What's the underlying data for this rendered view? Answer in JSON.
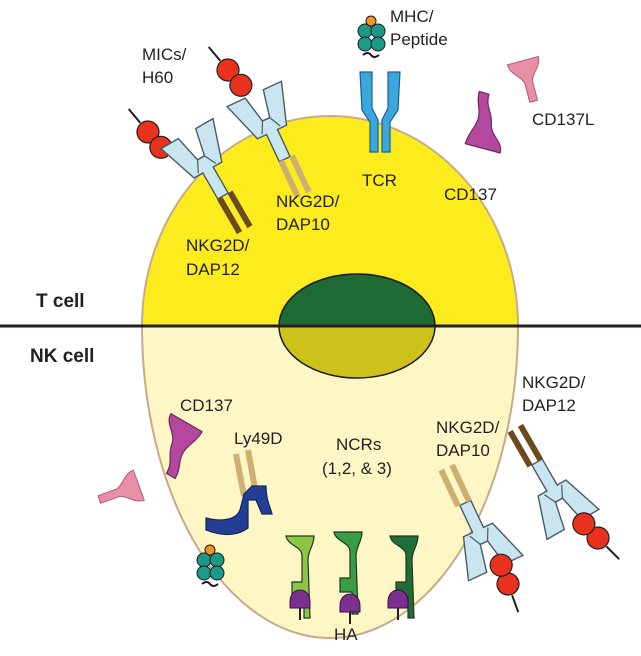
{
  "labels": {
    "t_cell": "T cell",
    "nk_cell": "NK cell",
    "mics_line1": "MICs/",
    "mics_line2": "H60",
    "mhc_line1": "MHC/",
    "mhc_line2": "Peptide",
    "cd137l": "CD137L",
    "tcr": "TCR",
    "cd137_t": "CD137",
    "nkg2d_dap10_t_line1": "NKG2D/",
    "nkg2d_dap10_t_line2": "DAP10",
    "nkg2d_dap12_t_line1": "NKG2D/",
    "nkg2d_dap12_t_line2": "DAP12",
    "cd137_nk": "CD137",
    "ly49d": "Ly49D",
    "ncrs_line1": "NCRs",
    "ncrs_line2": "(1,2, & 3)",
    "nkg2d_dap10_nk_line1": "NKG2D/",
    "nkg2d_dap10_nk_line2": "DAP10",
    "nkg2d_dap12_nk_line1": "NKG2D/",
    "nkg2d_dap12_nk_line2": "DAP12",
    "ha": "HA"
  },
  "colors": {
    "t_cell_cytoplasm": "#fcec1e",
    "nk_cell_cytoplasm": "#fef6c4",
    "t_cell_nucleus": "#1e6b35",
    "nk_cell_nucleus": "#cdc21a",
    "membrane": "#c9a988",
    "divider": "#231f20",
    "tcr": "#3aa8de",
    "cd137": "#b3489e",
    "cd137l": "#e88fa8",
    "nkg2d": "#c9e6f0",
    "dap": "#cdb070",
    "dap12": "#6b4a1e",
    "ligand_red": "#e8321e",
    "ly49d": "#233e95",
    "ncr1": "#8cc63f",
    "ncr2": "#3a9c45",
    "ncr3": "#1f6d38",
    "ha": "#7b2f8e"
  }
}
